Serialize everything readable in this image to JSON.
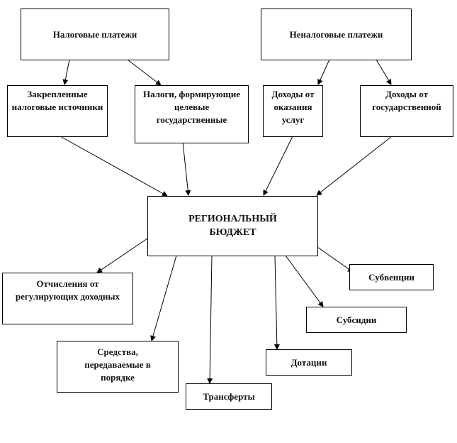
{
  "nodes": {
    "tax_payments": "Налоговые платежи",
    "nontax_payments": "Неналоговые платежи",
    "fixed_tax_sources": "Закрепленные налоговые источники",
    "target_taxes": "Налоги, формирующие целевые государственные",
    "service_income": "Доходы от оказания услуг",
    "state_income": "Доходы от государственной",
    "regional_budget": "РЕГИОНАЛЬНЫЙ БЮДЖЕТ",
    "regulating_deductions": "Отчисления от регулирующих доходных",
    "transferred_funds": "Средства, передаваемые в порядке",
    "transfers": "Трансферты",
    "dotations": "Дотации",
    "subsidies": "Субсидии",
    "subventions": "Субвенции"
  }
}
